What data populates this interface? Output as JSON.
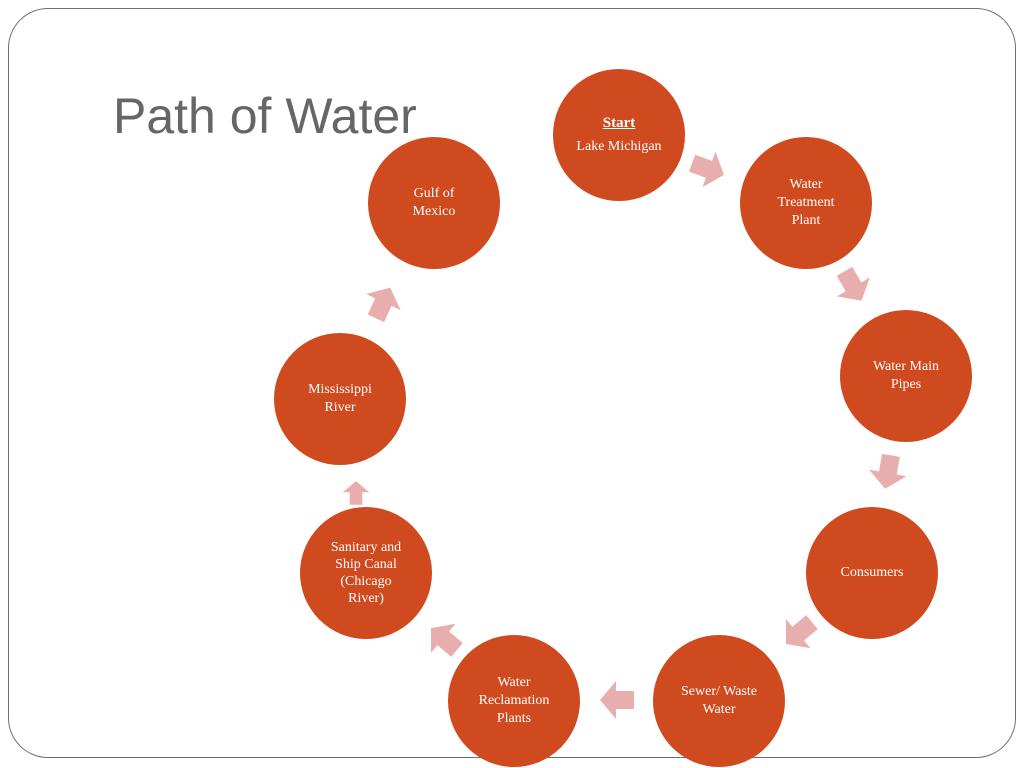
{
  "slide": {
    "title": "Path of Water"
  },
  "cycle": {
    "nodes": [
      {
        "heading": "Start",
        "label": "Lake Michigan"
      },
      {
        "label": "Water\nTreatment\nPlant"
      },
      {
        "label": "Water Main\nPipes"
      },
      {
        "label": "Consumers"
      },
      {
        "label": "Sewer/ Waste\nWater"
      },
      {
        "label": "Water\nReclamation\nPlants"
      },
      {
        "label": "Sanitary and\nShip Canal\n(Chicago\nRiver)"
      },
      {
        "label": "Mississippi\nRiver"
      },
      {
        "label": "Gulf of\nMexico"
      }
    ]
  },
  "colors": {
    "node_fill": "#D04A1F",
    "node_text": "#FFFFFF",
    "arrow_fill": "#E8AEAE",
    "title_text": "#666666",
    "frame_border": "#6F6F6F"
  }
}
